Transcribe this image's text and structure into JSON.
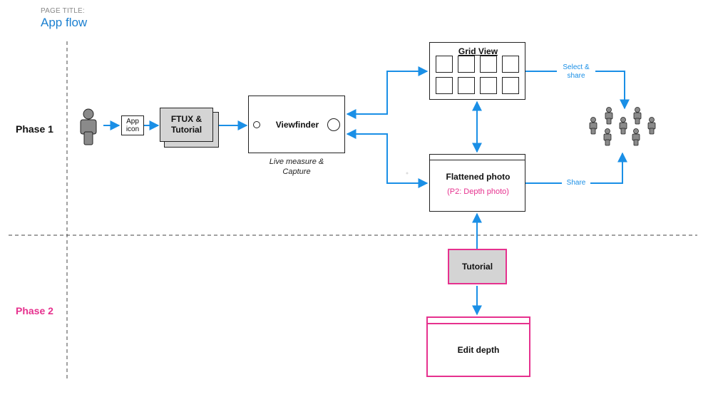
{
  "header": {
    "label": "PAGE TITLE:",
    "title": "App flow"
  },
  "phases": {
    "phase1": "Phase 1",
    "phase2": "Phase 2"
  },
  "nodes": {
    "app_icon": "App\nicon",
    "ftux": "FTUX &\nTutorial",
    "viewfinder": "Viewfinder",
    "viewfinder_caption": "Live measure &\nCapture",
    "grid_view": "Grid View",
    "flattened_photo": "Flattened photo",
    "depth_photo_note": "(P2: Depth photo)",
    "tutorial": "Tutorial",
    "edit_depth": "Edit depth"
  },
  "edge_labels": {
    "select_share": "Select &\nshare",
    "share": "Share"
  },
  "icons": {
    "user": "user-icon",
    "group": "user-group-icon"
  },
  "colors": {
    "arrow": "#1a8fe6",
    "phase2": "#e6318e",
    "title": "#1a7fd0",
    "fill": "#d4d4d4"
  }
}
